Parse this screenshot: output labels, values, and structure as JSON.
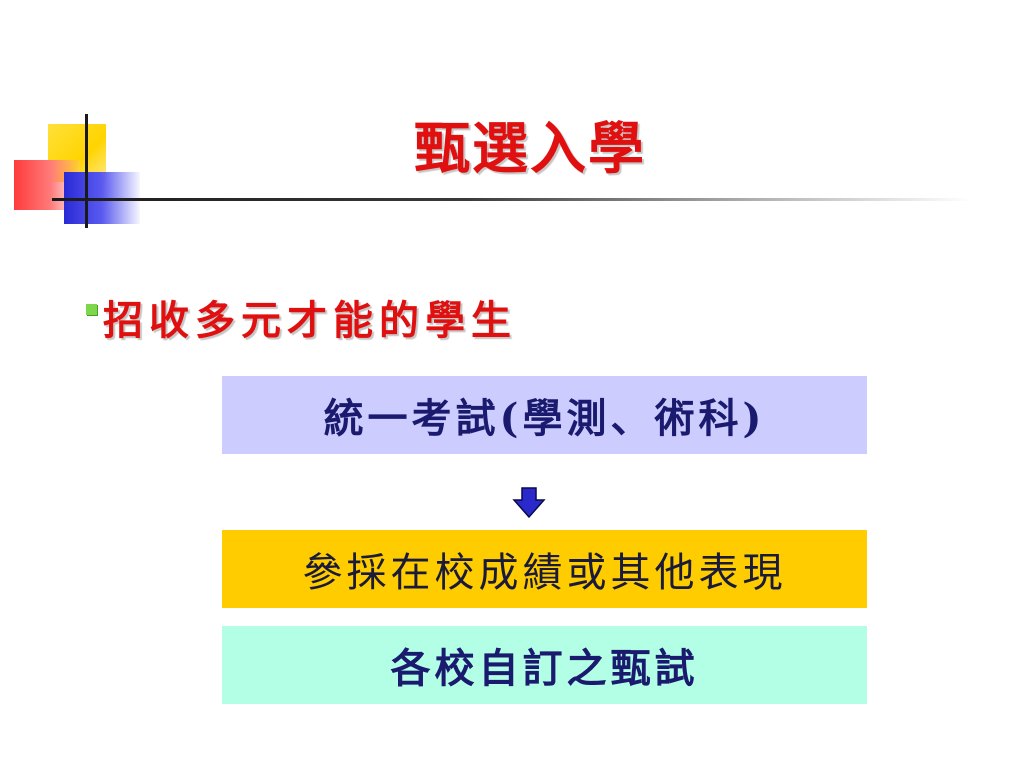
{
  "slide": {
    "title": "甄選入學",
    "bullet": "招收多元才能的學生",
    "steps": [
      {
        "text": "統一考試(學測、術科)"
      },
      {
        "text": "參採在校成績或其他表現"
      },
      {
        "text": "各校自訂之甄試"
      }
    ],
    "arrow_icon": "down-arrow-icon"
  },
  "colors": {
    "title": "#e01010",
    "step1_bg": "#ccccff",
    "step2_bg": "#ffcc00",
    "step3_bg": "#b3ffe6",
    "arrow": "#2a2acc"
  }
}
